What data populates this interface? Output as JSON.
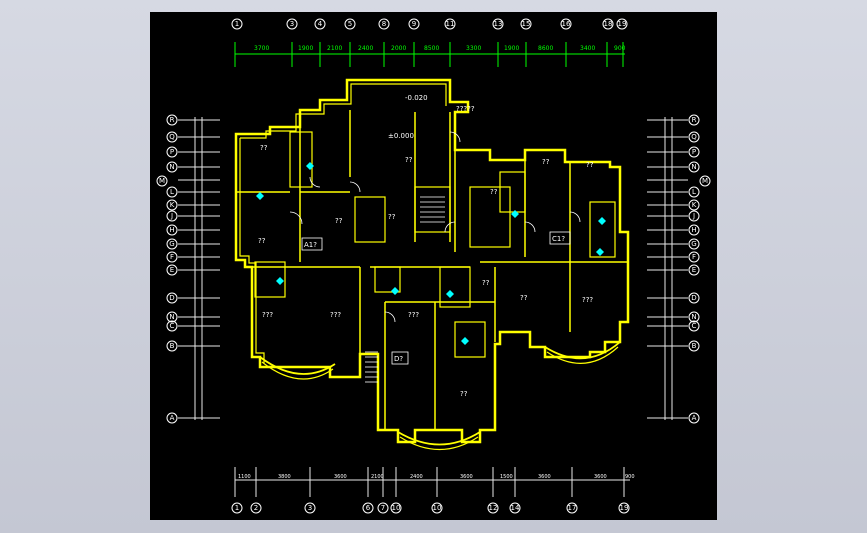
{
  "drawing": {
    "top_axes": [
      "1",
      "3",
      "4",
      "5",
      "8",
      "9",
      "11",
      "13",
      "15",
      "16",
      "18",
      "19"
    ],
    "top_dims": [
      "3700",
      "1900",
      "2100",
      "2400",
      "2000",
      "8500",
      "3300",
      "1900",
      "8600",
      "3400",
      "900"
    ],
    "bottom_axes": [
      "1",
      "2",
      "3",
      "6",
      "7",
      "10",
      "10",
      "12",
      "14",
      "17",
      "19"
    ],
    "bottom_dims": [
      "1100",
      "3800",
      "3600",
      "2100",
      "2400",
      "3600",
      "1500",
      "3600",
      "3600",
      "900"
    ],
    "side_axes": [
      "R",
      "Q",
      "P",
      "N",
      "M",
      "L",
      "K",
      "J",
      "H",
      "G",
      "F",
      "E",
      "D",
      "N",
      "C",
      "B",
      "A"
    ],
    "unit_labels": [
      "A1?",
      "C1?",
      "D?"
    ],
    "room_labels": [
      "??",
      "??",
      "??",
      "??",
      "??",
      "??",
      "??",
      "??",
      "???",
      "???",
      "???",
      "???",
      "??",
      "??",
      "??"
    ],
    "elevation_labels": [
      "-0.020",
      "±0.000",
      "?????"
    ],
    "colors": {
      "walls": "#ffff00",
      "dims": "#00ff00",
      "text": "#ffffff",
      "fixtures": "#00ffff",
      "background": "#000000"
    }
  }
}
